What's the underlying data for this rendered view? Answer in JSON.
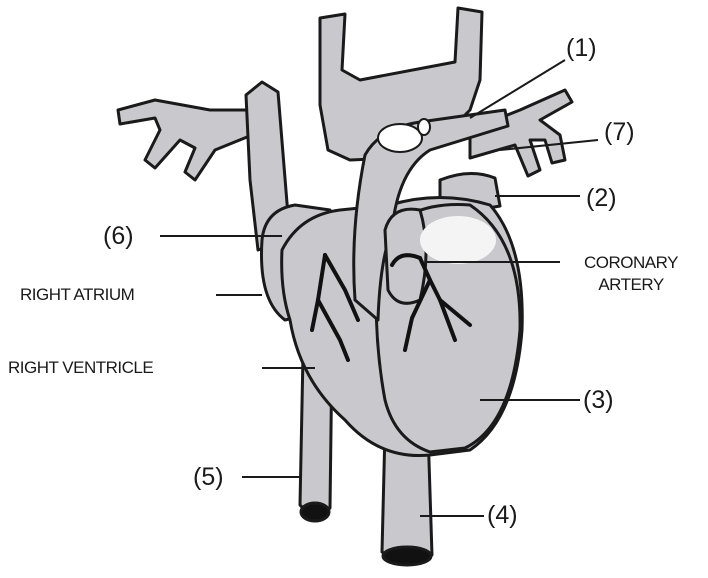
{
  "colors": {
    "tissue": "#c9c9cd",
    "outline": "#1a1a1a",
    "highlight": "#f4f4f4"
  },
  "labels": {
    "l1": "(1)",
    "l2": "(2)",
    "l3": "(3)",
    "l4": "(4)",
    "l5": "(5)",
    "l6": "(6)",
    "l7": "(7)",
    "right_atrium": "RIGHT ATRIUM",
    "right_ventricle": "RIGHT VENTRICLE",
    "coronary_artery_line1": "CORONARY",
    "coronary_artery_line2": "ARTERY"
  }
}
